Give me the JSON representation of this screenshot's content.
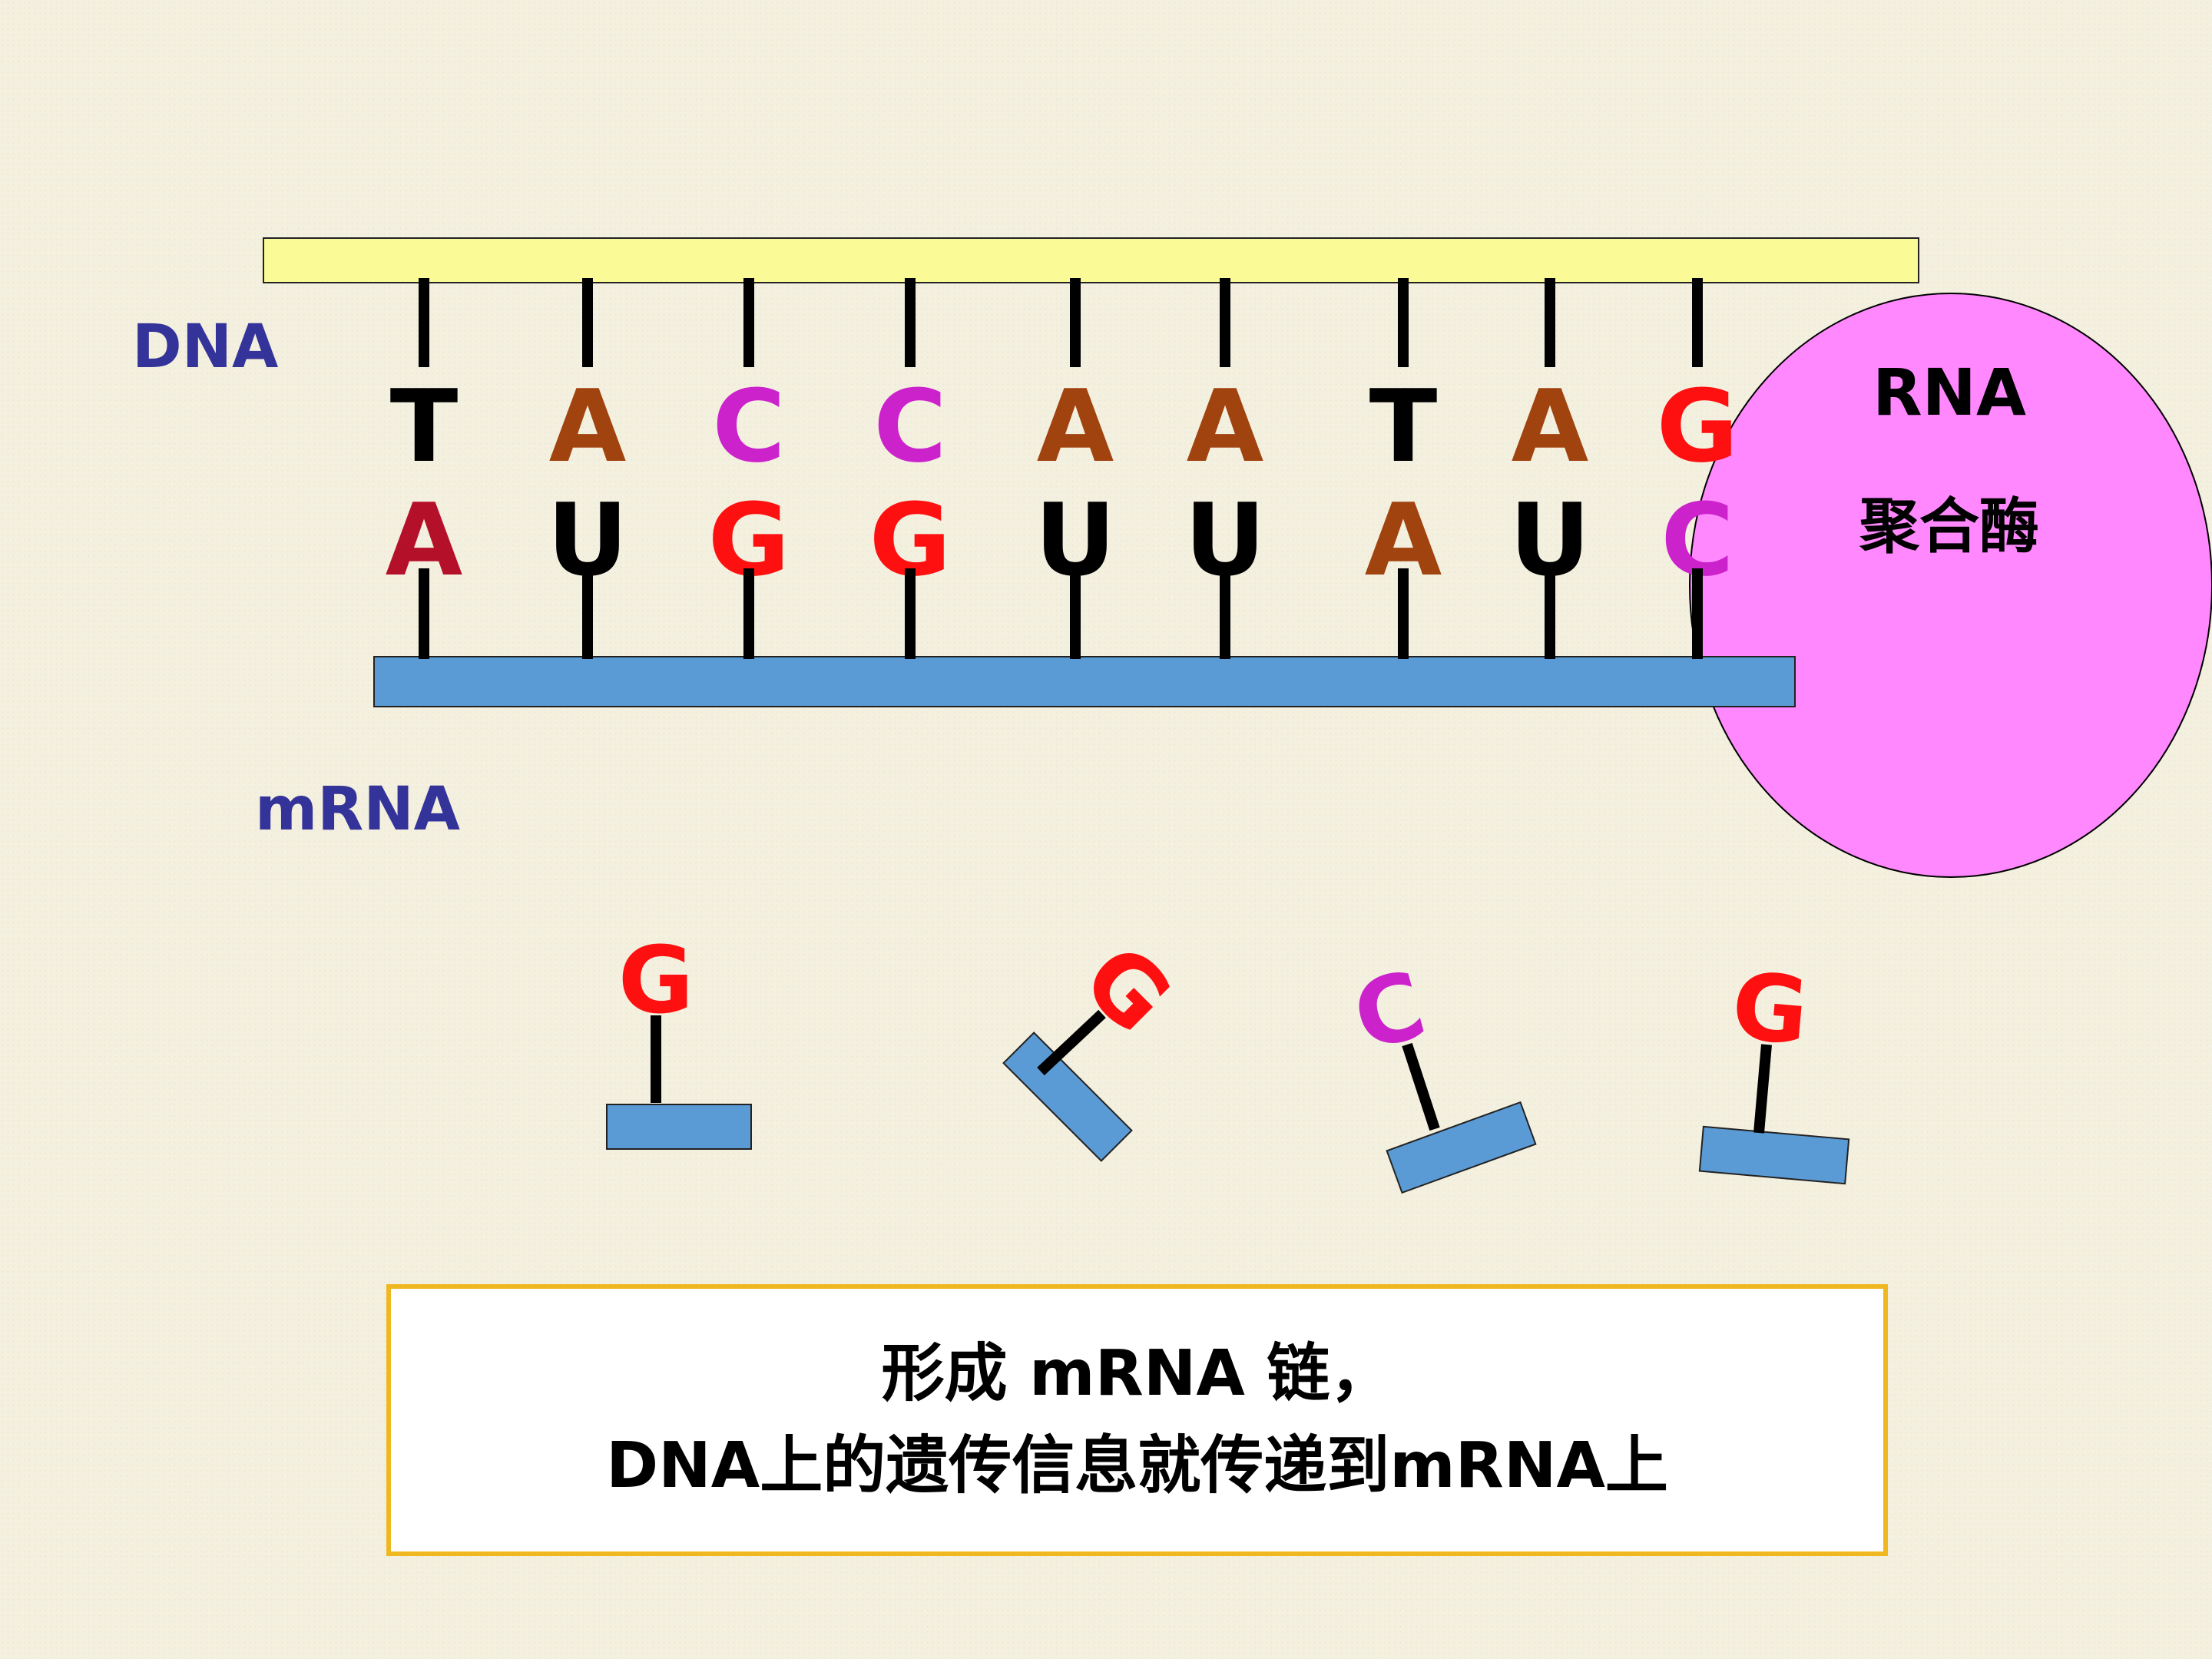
{
  "labels": {
    "dna": "DNA",
    "mrna": "mRNA",
    "enzyme_line1": "RNA",
    "enzyme_line2": "聚合酶"
  },
  "dna_template_bases": [
    {
      "base": "T",
      "color": "#000000"
    },
    {
      "base": "A",
      "color": "#a0430f"
    },
    {
      "base": "C",
      "color": "#cc22cc"
    },
    {
      "base": "C",
      "color": "#cc22cc"
    },
    {
      "base": "A",
      "color": "#a0430f"
    },
    {
      "base": "A",
      "color": "#a0430f"
    },
    {
      "base": "T",
      "color": "#000000"
    },
    {
      "base": "A",
      "color": "#a0430f"
    },
    {
      "base": "G",
      "color": "#ff1010"
    }
  ],
  "mrna_bases": [
    {
      "base": "A",
      "color": "#b5102a"
    },
    {
      "base": "U",
      "color": "#000000"
    },
    {
      "base": "G",
      "color": "#ff1010"
    },
    {
      "base": "G",
      "color": "#ff1010"
    },
    {
      "base": "U",
      "color": "#000000"
    },
    {
      "base": "U",
      "color": "#000000"
    },
    {
      "base": "A",
      "color": "#a0430f"
    },
    {
      "base": "U",
      "color": "#000000"
    },
    {
      "base": "C",
      "color": "#cc22cc"
    }
  ],
  "free_nucleotides": [
    {
      "base": "G",
      "color": "#ff1010"
    },
    {
      "base": "G",
      "color": "#ff1010"
    },
    {
      "base": "C",
      "color": "#cc22cc"
    },
    {
      "base": "G",
      "color": "#ff1010"
    }
  ],
  "caption": {
    "line1": "形成 mRNA 链，",
    "line2": "DNA上的遗传信息就传递到mRNA上"
  },
  "colors": {
    "dna_strand": "#fafa96",
    "mrna_strand": "#5b9bd5",
    "enzyme": "#ff88ff",
    "label_blue": "#333399",
    "caption_border": "#f0b820"
  }
}
